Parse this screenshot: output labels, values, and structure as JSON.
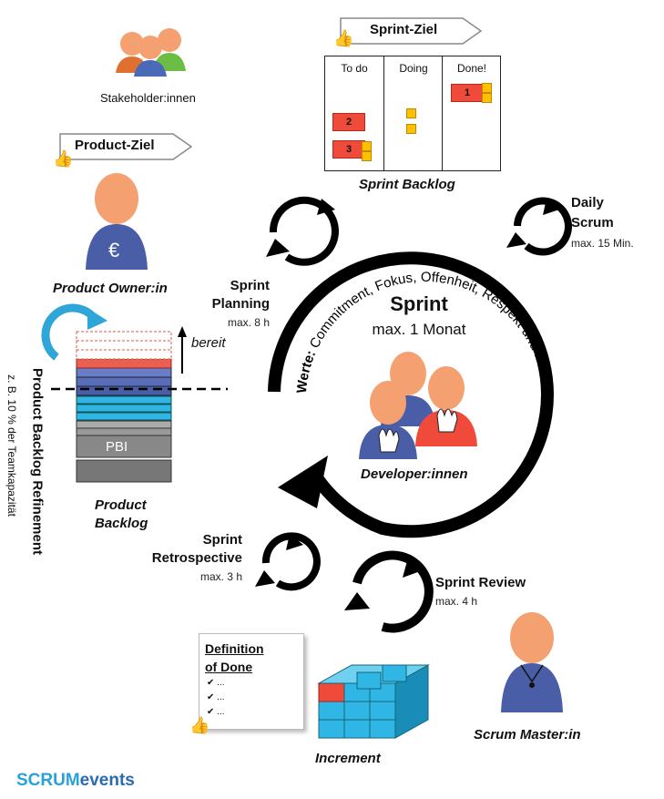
{
  "stakeholders": {
    "label": "Stakeholder:innen"
  },
  "sprint_goal": {
    "label": "Sprint-Ziel"
  },
  "product_goal": {
    "label": "Product-Ziel"
  },
  "board": {
    "columns": [
      "To do",
      "Doing",
      "Done!"
    ],
    "items": [
      "1",
      "2",
      "3"
    ],
    "caption": "Sprint Backlog"
  },
  "product_owner": {
    "label": "Product Owner:in",
    "symbol": "€"
  },
  "sprint": {
    "title": "Sprint",
    "duration": "max. 1 Monat"
  },
  "values": {
    "prefix": "Werte:",
    "text": " Commitment, Fokus, Offenheit, Respekt und Mut"
  },
  "developers": {
    "label": "Developer:innen"
  },
  "sprint_planning": {
    "line1": "Sprint",
    "line2": "Planning",
    "time": "max. 8 h"
  },
  "daily_scrum": {
    "line1": "Daily",
    "line2": "Scrum",
    "time": "max. 15 Min."
  },
  "sprint_review": {
    "label": "Sprint Review",
    "time": "max. 4 h"
  },
  "retrospective": {
    "line1": "Sprint",
    "line2": "Retrospective",
    "time": "max. 3 h"
  },
  "backlog": {
    "ready": "bereit",
    "pbi": "PBI",
    "caption_line1": "Product",
    "caption_line2": "Backlog",
    "refinement_title": "Product Backlog Refinement",
    "refinement_note": "z. B. 10 % der Teamkapazität"
  },
  "dod": {
    "title_line1": "Definition",
    "title_line2": "of Done",
    "item": "..."
  },
  "increment": {
    "label": "Increment"
  },
  "scrum_master": {
    "label": "Scrum Master:in"
  },
  "logo": {
    "text_a": "SCRUM",
    "text_b": "events"
  },
  "colors": {
    "red": "#f04a3a",
    "yellow": "#ffc000",
    "blue": "#4a5ea8",
    "cyan": "#2fb6e4",
    "orange": "#f4a070",
    "green": "#6cbd45"
  }
}
